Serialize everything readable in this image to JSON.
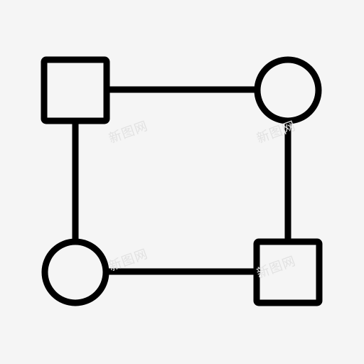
{
  "icon": {
    "name": "node-graph-icon",
    "description_shapes": [
      "square-node",
      "circle-node",
      "circle-node",
      "square-node"
    ],
    "stroke_color": "#000000",
    "background_color": "#f5f5f5"
  },
  "watermark": {
    "text": "新图网",
    "color": "#e2e2e2"
  }
}
